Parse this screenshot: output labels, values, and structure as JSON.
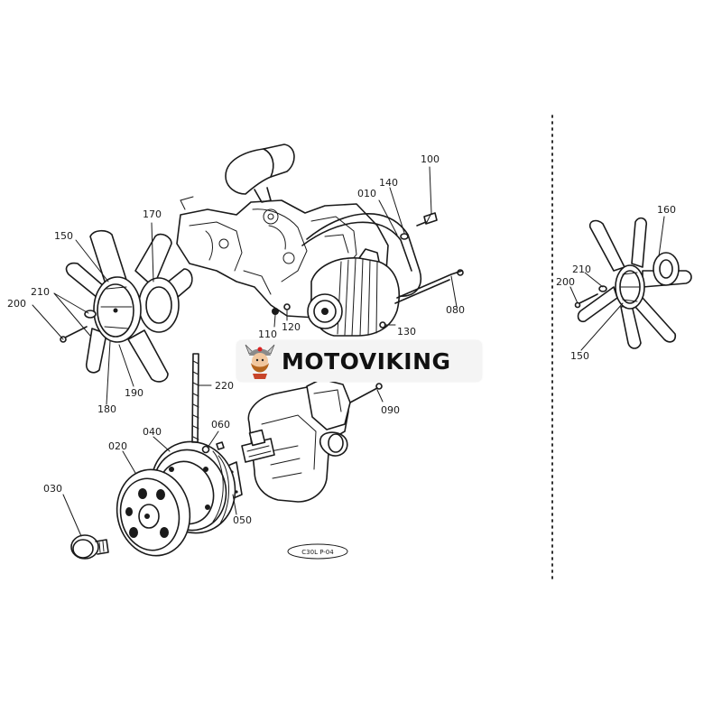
{
  "labels": {
    "l010": "010",
    "l020": "020",
    "l030": "030",
    "l040": "040",
    "l050": "050",
    "l060": "060",
    "l080": "080",
    "l090": "090",
    "l100": "100",
    "l110": "110",
    "l120": "120",
    "l130": "130",
    "l140": "140",
    "l150": "150",
    "l170": "170",
    "l180": "180",
    "l190": "190",
    "l200": "200",
    "l210": "210",
    "l220": "220",
    "r150": "150",
    "r160": "160",
    "r200": "200",
    "r210": "210"
  },
  "drawing_code": "C30L P-04",
  "watermark": {
    "text": "MOTOVIKING"
  }
}
